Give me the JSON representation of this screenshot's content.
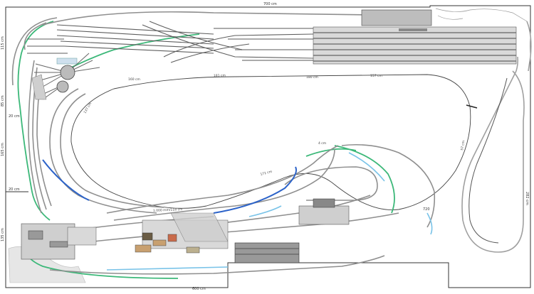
{
  "diagram": {
    "measurements": {
      "top_width": "700 cm",
      "bottom_width": "600 cm",
      "mid_width": "720",
      "right_height": "282 cm",
      "left_height_top": "115 cm",
      "left_height_mid": "85 cm",
      "left_height_low": "165 cm",
      "left_height_bottom": "135 cm",
      "left_small_1": "20 cm",
      "left_small_2": "20 cm"
    },
    "annotations": {
      "inner_1": "181 cm",
      "inner_2": "180 cm",
      "inner_3": "160 cm",
      "inner_4": "157 cm",
      "inner_5": "137 cm",
      "loop_1": "171 cm",
      "loop_2": "1.000 mm/118 cm",
      "ramp": "4 cm",
      "right_curve": "57 cm"
    },
    "colors": {
      "track": "#8f8f8f",
      "track_dark": "#6f6f6f",
      "green_track": "#3cb879",
      "blue_track": "#2c63c9",
      "light_blue_track": "#79c3e8",
      "outline": "#333333",
      "platform": "#cfcfcf",
      "building": "#999999"
    }
  }
}
